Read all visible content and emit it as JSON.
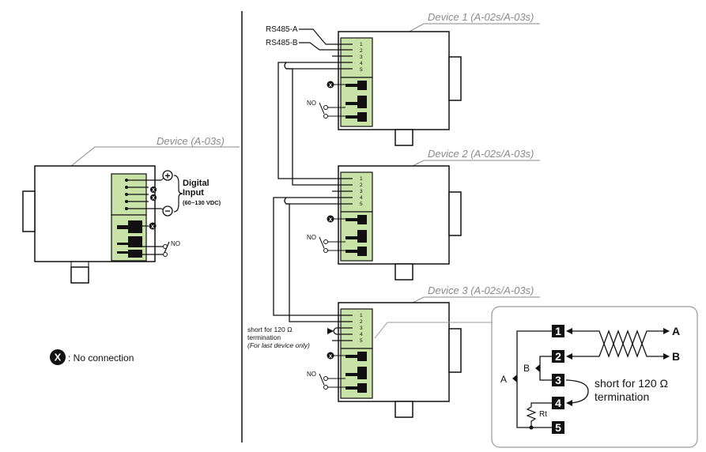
{
  "colors": {
    "terminal_green": "#c8e2a8",
    "line": "#111111",
    "title_grey": "#8a8a8a",
    "callout_border": "#9a9a9a"
  },
  "left_device": {
    "title": "Device (A-03s)",
    "input_label_line1": "Digital",
    "input_label_line2": "Input",
    "input_label_line3": "(60~130 VDC)",
    "plus_symbol": "+",
    "minus_symbol": "−",
    "x_symbol": "X",
    "no_label": "NO"
  },
  "legend": {
    "symbol": "X",
    "text": ": No connection"
  },
  "chain": {
    "rs485a_label": "RS485-A",
    "rs485b_label": "RS485-B",
    "short_label_line1": "short for 120 Ω",
    "short_label_line2": "termination",
    "short_label_line3": "(For last device only)",
    "pins": [
      "1",
      "2",
      "3",
      "4",
      "5"
    ],
    "no_label": "NO",
    "x_symbol": "X",
    "devices": [
      {
        "title": "Device 1 (A-02s/A-03s)"
      },
      {
        "title": "Device 2 (A-02s/A-03s)"
      },
      {
        "title": "Device 3 (A-02s/A-03s)"
      }
    ]
  },
  "detail": {
    "pins": [
      "1",
      "2",
      "3",
      "4",
      "5"
    ],
    "a_label": "A",
    "b_label": "B",
    "left_a_label": "A",
    "left_b_label": "B",
    "rt_label": "Rt",
    "short_line1": "short for 120 Ω",
    "short_line2": "termination"
  }
}
